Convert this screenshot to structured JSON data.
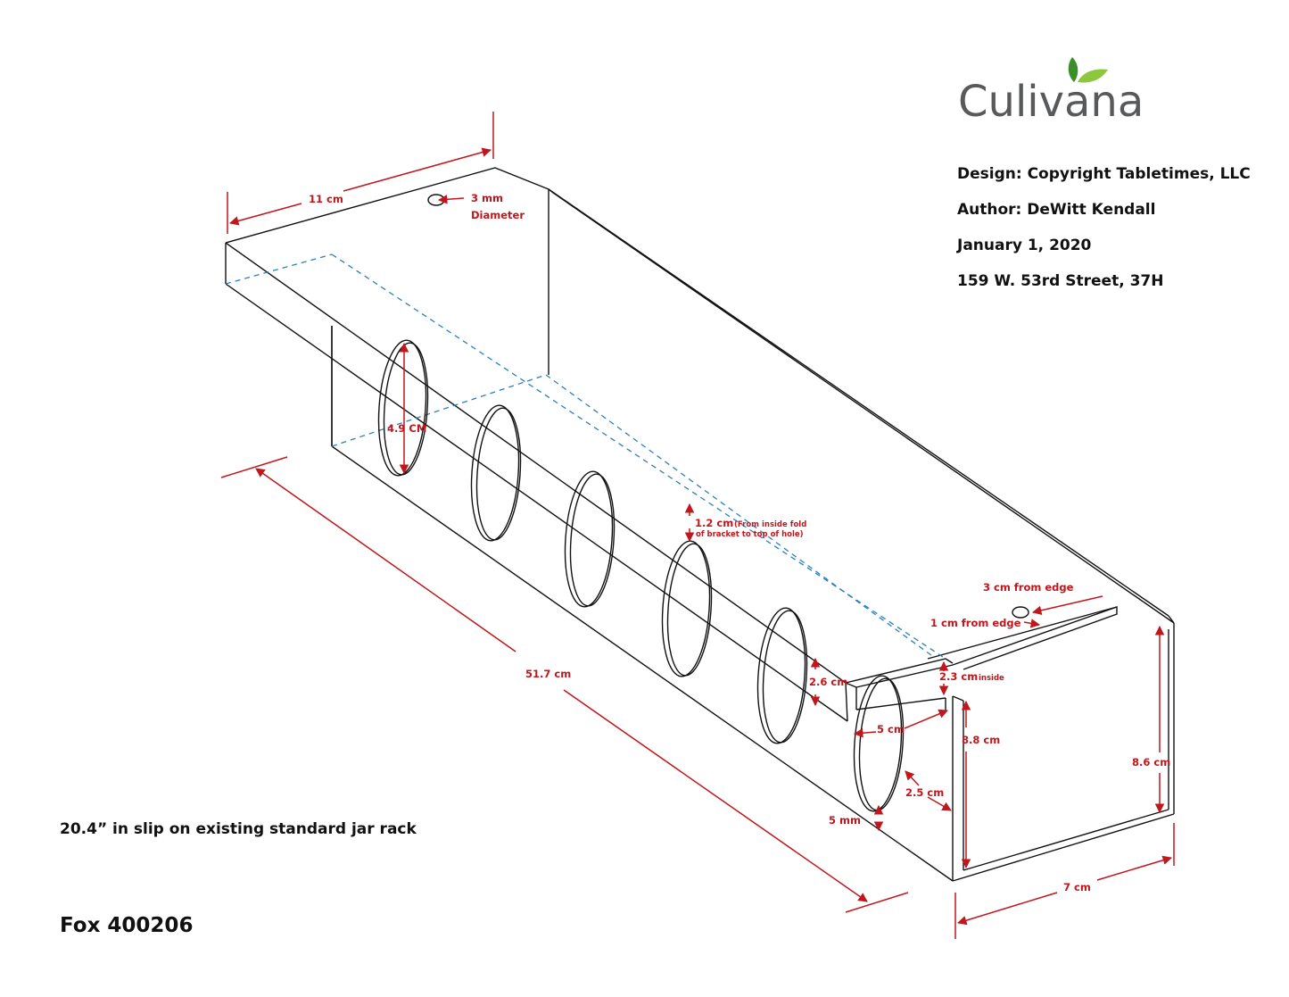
{
  "logo": {
    "text": "Culivana",
    "colors": {
      "text": "#58595b",
      "leaf_dark": "#3a8f2b",
      "leaf_light": "#8dc63f"
    }
  },
  "info": [
    "Design: Copyright Tabletimes, LLC",
    "Author: DeWitt Kendall",
    "January 1, 2020",
    "159 W. 53rd Street, 37H"
  ],
  "note": "20.4” in slip on existing standard jar rack",
  "part_number": "Fox 400206",
  "dimensions": {
    "width_top": "11 cm",
    "hole_top": "3 mm",
    "hole_top_sub": "Diameter",
    "hole_height": "4.9 CM",
    "fold_gap": "1.2 cm",
    "fold_note_line1": "(From inside fold",
    "fold_note_line2": "of bracket to top of hole)",
    "length": "51.7 cm",
    "edge_3cm": "3 cm from edge",
    "edge_1cm": "1 cm from edge",
    "lip_height": "2.6 cm",
    "inside": "2.3 cm",
    "inside_sub": "inside",
    "hole_width": "5 cm",
    "height_inner": "8.8 cm",
    "height_outer": "8.6 cm",
    "hole_offset": "2.5 cm",
    "hole_bottom": "5 mm",
    "depth": "7 cm"
  },
  "colors": {
    "outline": "#111111",
    "dimension": "#c0161c",
    "hidden": "#2a7fbf"
  }
}
